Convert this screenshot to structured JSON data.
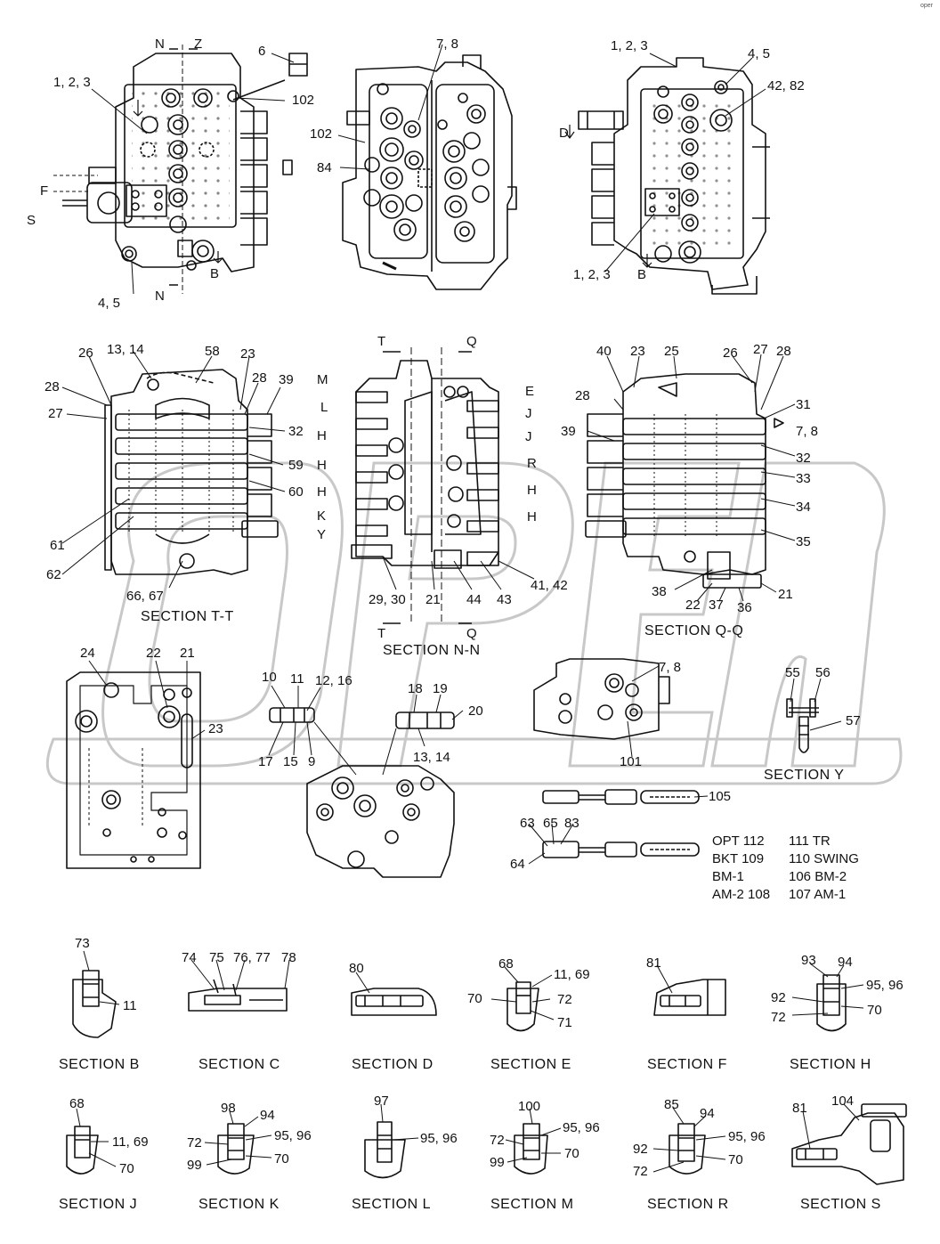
{
  "watermark": "oper",
  "sections": {
    "tt": "SECTION  T-T",
    "nn": "SECTION  N-N",
    "qq": "SECTION  Q-Q",
    "y": "SECTION  Y",
    "b": "SECTION  B",
    "c": "SECTION  C",
    "d": "SECTION  D",
    "e": "SECTION  E",
    "f": "SECTION  F",
    "h": "SECTION  H",
    "j": "SECTION  J",
    "k": "SECTION  K",
    "l": "SECTION  L",
    "m": "SECTION  M",
    "r": "SECTION  R",
    "s": "SECTION  S"
  },
  "legend": {
    "r1a": "OPT  112",
    "r1b": "111  TR",
    "r2a": "BKT  109",
    "r2b": "110  SWING",
    "r3a": "BM-1",
    "r3b": "106  BM-2",
    "r4a": "AM-2  108",
    "r4b": "107  AM-1"
  },
  "labels": [
    {
      "id": "a1",
      "t": "N"
    },
    {
      "id": "a2",
      "t": "Z"
    },
    {
      "id": "a3",
      "t": "6"
    },
    {
      "id": "a4",
      "t": "1, 2, 3"
    },
    {
      "id": "a5",
      "t": "102"
    },
    {
      "id": "a6",
      "t": "F"
    },
    {
      "id": "a7",
      "t": "S"
    },
    {
      "id": "a8",
      "t": "B"
    },
    {
      "id": "a9",
      "t": "N"
    },
    {
      "id": "a10",
      "t": "4, 5"
    },
    {
      "id": "b1",
      "t": "7, 8"
    },
    {
      "id": "b2",
      "t": "102"
    },
    {
      "id": "b3",
      "t": "84"
    },
    {
      "id": "c1",
      "t": "1, 2, 3"
    },
    {
      "id": "c2",
      "t": "4, 5"
    },
    {
      "id": "c3",
      "t": "42, 82"
    },
    {
      "id": "c4",
      "t": "D"
    },
    {
      "id": "c5",
      "t": "1, 2, 3"
    },
    {
      "id": "c6",
      "t": "B"
    },
    {
      "id": "t1",
      "t": "26"
    },
    {
      "id": "t2",
      "t": "13, 14"
    },
    {
      "id": "t3",
      "t": "58"
    },
    {
      "id": "t4",
      "t": "23"
    },
    {
      "id": "t5",
      "t": "28"
    },
    {
      "id": "t6",
      "t": "39"
    },
    {
      "id": "t7",
      "t": "28"
    },
    {
      "id": "t8",
      "t": "27"
    },
    {
      "id": "t9",
      "t": "32"
    },
    {
      "id": "t10",
      "t": "59"
    },
    {
      "id": "t11",
      "t": "60"
    },
    {
      "id": "t12",
      "t": "61"
    },
    {
      "id": "t13",
      "t": "62"
    },
    {
      "id": "t14",
      "t": "66, 67"
    },
    {
      "id": "n1",
      "t": "T"
    },
    {
      "id": "n2",
      "t": "Q"
    },
    {
      "id": "n3",
      "t": "M"
    },
    {
      "id": "n4",
      "t": "L"
    },
    {
      "id": "n5",
      "t": "H"
    },
    {
      "id": "n6",
      "t": "H"
    },
    {
      "id": "n7",
      "t": "H"
    },
    {
      "id": "n8",
      "t": "K"
    },
    {
      "id": "n9",
      "t": "Y"
    },
    {
      "id": "n10",
      "t": "E"
    },
    {
      "id": "n11",
      "t": "J"
    },
    {
      "id": "n12",
      "t": "J"
    },
    {
      "id": "n13",
      "t": "R"
    },
    {
      "id": "n14",
      "t": "H"
    },
    {
      "id": "n15",
      "t": "H"
    },
    {
      "id": "n16",
      "t": "29, 30"
    },
    {
      "id": "n17",
      "t": "21"
    },
    {
      "id": "n18",
      "t": "44"
    },
    {
      "id": "n19",
      "t": "43"
    },
    {
      "id": "n20",
      "t": "41, 42"
    },
    {
      "id": "n21",
      "t": "T"
    },
    {
      "id": "n22",
      "t": "Q"
    },
    {
      "id": "q1",
      "t": "40"
    },
    {
      "id": "q2",
      "t": "23"
    },
    {
      "id": "q3",
      "t": "25"
    },
    {
      "id": "q4",
      "t": "26"
    },
    {
      "id": "q5",
      "t": "27"
    },
    {
      "id": "q6",
      "t": "28"
    },
    {
      "id": "q7",
      "t": "28"
    },
    {
      "id": "q8",
      "t": "31"
    },
    {
      "id": "q9",
      "t": "7, 8"
    },
    {
      "id": "q10",
      "t": "39"
    },
    {
      "id": "q11",
      "t": "32"
    },
    {
      "id": "q12",
      "t": "33"
    },
    {
      "id": "q13",
      "t": "34"
    },
    {
      "id": "q14",
      "t": "35"
    },
    {
      "id": "q15",
      "t": "38"
    },
    {
      "id": "q16",
      "t": "22"
    },
    {
      "id": "q17",
      "t": "37"
    },
    {
      "id": "q18",
      "t": "36"
    },
    {
      "id": "q19",
      "t": "21"
    },
    {
      "id": "p1",
      "t": "24"
    },
    {
      "id": "p2",
      "t": "22"
    },
    {
      "id": "p3",
      "t": "21"
    },
    {
      "id": "p4",
      "t": "23"
    },
    {
      "id": "m1",
      "t": "10"
    },
    {
      "id": "m2",
      "t": "11"
    },
    {
      "id": "m3",
      "t": "12, 16"
    },
    {
      "id": "m4",
      "t": "17"
    },
    {
      "id": "m5",
      "t": "15"
    },
    {
      "id": "m6",
      "t": "9"
    },
    {
      "id": "m7",
      "t": "18"
    },
    {
      "id": "m8",
      "t": "19"
    },
    {
      "id": "m9",
      "t": "20"
    },
    {
      "id": "m10",
      "t": "13, 14"
    },
    {
      "id": "v1",
      "t": "7, 8"
    },
    {
      "id": "v2",
      "t": "101"
    },
    {
      "id": "y1",
      "t": "55"
    },
    {
      "id": "y2",
      "t": "56"
    },
    {
      "id": "y3",
      "t": "57"
    },
    {
      "id": "o1",
      "t": "105"
    },
    {
      "id": "o2",
      "t": "63"
    },
    {
      "id": "o3",
      "t": "65"
    },
    {
      "id": "o4",
      "t": "83"
    },
    {
      "id": "o5",
      "t": "64"
    },
    {
      "id": "sb1",
      "t": "73"
    },
    {
      "id": "sb2",
      "t": "11"
    },
    {
      "id": "sc1",
      "t": "74"
    },
    {
      "id": "sc2",
      "t": "75"
    },
    {
      "id": "sc3",
      "t": "76, 77"
    },
    {
      "id": "sc4",
      "t": "78"
    },
    {
      "id": "sd1",
      "t": "80"
    },
    {
      "id": "se1",
      "t": "68"
    },
    {
      "id": "se2",
      "t": "11, 69"
    },
    {
      "id": "se3",
      "t": "70"
    },
    {
      "id": "se4",
      "t": "72"
    },
    {
      "id": "se5",
      "t": "71"
    },
    {
      "id": "sf1",
      "t": "81"
    },
    {
      "id": "sh1",
      "t": "93"
    },
    {
      "id": "sh2",
      "t": "94"
    },
    {
      "id": "sh3",
      "t": "95, 96"
    },
    {
      "id": "sh4",
      "t": "92"
    },
    {
      "id": "sh5",
      "t": "70"
    },
    {
      "id": "sh6",
      "t": "72"
    },
    {
      "id": "sj1",
      "t": "68"
    },
    {
      "id": "sj2",
      "t": "11, 69"
    },
    {
      "id": "sj3",
      "t": "70"
    },
    {
      "id": "sk1",
      "t": "98"
    },
    {
      "id": "sk2",
      "t": "94"
    },
    {
      "id": "sk3",
      "t": "95, 96"
    },
    {
      "id": "sk4",
      "t": "72"
    },
    {
      "id": "sk5",
      "t": "70"
    },
    {
      "id": "sk6",
      "t": "99"
    },
    {
      "id": "sl1",
      "t": "97"
    },
    {
      "id": "sl2",
      "t": "95, 96"
    },
    {
      "id": "sm1",
      "t": "100"
    },
    {
      "id": "sm2",
      "t": "95, 96"
    },
    {
      "id": "sm3",
      "t": "72"
    },
    {
      "id": "sm4",
      "t": "70"
    },
    {
      "id": "sm5",
      "t": "99"
    },
    {
      "id": "sr1",
      "t": "85"
    },
    {
      "id": "sr2",
      "t": "94"
    },
    {
      "id": "sr3",
      "t": "95, 96"
    },
    {
      "id": "sr4",
      "t": "92"
    },
    {
      "id": "sr5",
      "t": "70"
    },
    {
      "id": "sr6",
      "t": "72"
    },
    {
      "id": "ss1",
      "t": "81"
    },
    {
      "id": "ss2",
      "t": "104"
    }
  ]
}
